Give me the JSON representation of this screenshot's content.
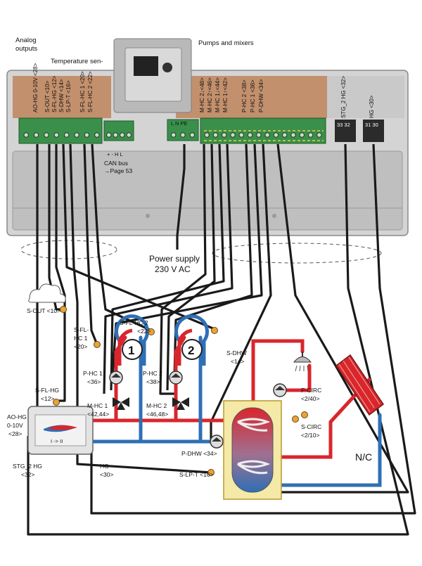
{
  "header": {
    "analog_outputs": "Analog outputs",
    "temperature_sensors": "Temperature sen-",
    "pumps_mixers": "Pumps and mixers"
  },
  "terminals": {
    "analog": "AO-HG 0-10V <28>",
    "s_out": "S-OUT <10>",
    "s_fl_hg": "S-FL-HG <12>",
    "s_dhw": "S-DHW <14>",
    "s_lp_t": "S-LP-T <16>",
    "s_fl_hc1": "S-FL-HC 1 <20>",
    "s_fl_hc2": "S-FL-HC 2 <22>",
    "m_hc2_down": "M-HC 2↓<48>",
    "m_hc2_up": "M-HC 2↑<46>",
    "m_hc1_down": "M-HC 1↓<44>",
    "m_hc1_up": "M-HC 1↑<42>",
    "p_hc2": "P-HC 2 <38>",
    "p_hc1": "P-HC 1 <36>",
    "p_dhw": "P-DHW <34>",
    "stg2": "STG_2 HG <32>",
    "hg": "HG <30>",
    "power_block": "L  N  PE",
    "stg_nums": "33  32",
    "hg_nums": "31  30",
    "can_pins": "+  -  H  L"
  },
  "labels": {
    "can_bus": "CAN bus",
    "can_page": "→Page 53",
    "power_supply": "Power supply",
    "power_voltage": "230 V AC",
    "circuit_1": "1",
    "circuit_2": "2",
    "nc": "N/C",
    "heater_switch": "I -> II",
    "s_out": "S-OUT <10>",
    "s_fl_hc1_a": "S-FL-",
    "s_fl_hc1_b": "HC 1",
    "s_fl_hc1_c": "<20>",
    "s_fl_hc2_a": "S-FL-HC 2",
    "s_fl_hc2_b": "<22>",
    "s_dhw_a": "S-DHW",
    "s_dhw_b": "<14>",
    "p_hc1_a": "P-HC 1",
    "p_hc1_b": "<36>",
    "p_hc2_a": "P-HC 2",
    "p_hc2_b": "<38>",
    "m_hc1_a": "M-HC 1",
    "m_hc1_b": "<42,44>",
    "m_hc2_a": "M-HC 2",
    "m_hc2_b": "<46,48>",
    "s_fl_hg_a": "S-FL-HG",
    "s_fl_hg_b": "<12>",
    "ao_hg_a": "AO-HG",
    "ao_hg_b": "0-10V",
    "ao_hg_c": "<28>",
    "stg2_a": "STG_2 HG",
    "stg2_b": "<32>",
    "hg_a": "HG",
    "hg_b": "<30>",
    "p_dhw": "P-DHW <34>",
    "s_lp_t": "S-LP-T <16>",
    "p_circ_a": "P-CIRC",
    "p_circ_b": "<2/40>",
    "s_circ_a": "S-CIRC",
    "s_circ_b": "<2/10>"
  },
  "colors": {
    "supply_red": "#d9262c",
    "return_blue": "#2f6fb5",
    "sensor_orange": "#e8a33a",
    "housing_gray": "#c9c9c9",
    "terminal_green": "#3a8f4a",
    "wire_black": "#1a1a1a"
  }
}
